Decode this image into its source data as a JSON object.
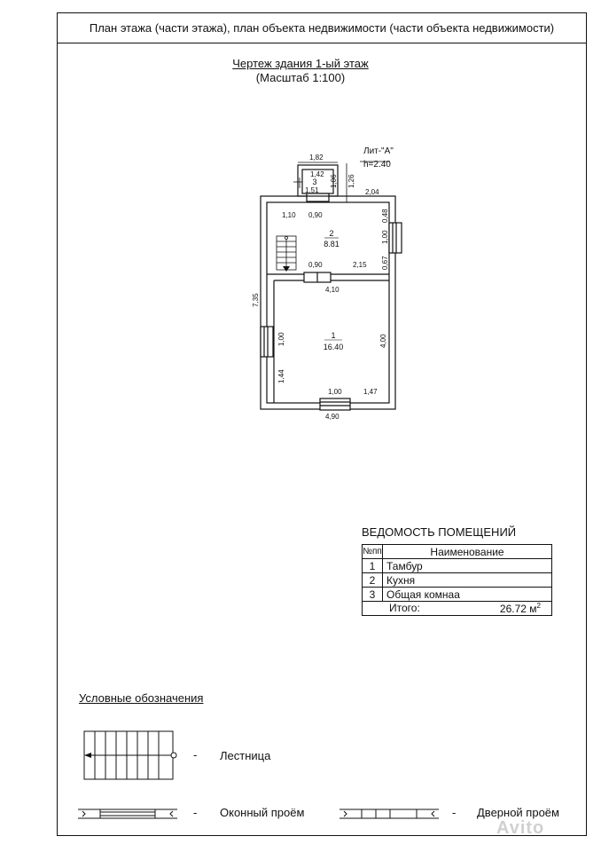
{
  "header": {
    "text": "План этажа (части этажа), план объекта недвижимости (части объекта недвижимости)"
  },
  "drawing": {
    "title": "Чертеж здания 1-ый этаж",
    "scale": "(Масштаб 1:100)"
  },
  "building": {
    "lit": "Лит-\"А\"",
    "height": "h=2.40"
  },
  "dimensions": {
    "d1_82": "1,82",
    "d1_42": "1,42",
    "d1_51": "1.51",
    "d1_06": "1,06",
    "d1_26": "1,26",
    "d2_04": "2,04",
    "d1_10": "1,10",
    "d0_90a": "0,90",
    "d0_48": "0,48",
    "d1_00a": "1,00",
    "d0_67": "0,67",
    "d0_90b": "0,90",
    "d2_15": "2,15",
    "d4_10": "4,10",
    "d7_35": "7,35",
    "d1_00b": "1,00",
    "d4_00": "4,00",
    "d1_44": "1,44",
    "d1_00c": "1,00",
    "d1_47": "1,47",
    "d4_90": "4,90"
  },
  "rooms_on_plan": [
    {
      "num": "3",
      "area": ""
    },
    {
      "num": "2",
      "area": "8.81"
    },
    {
      "num": "1",
      "area": "16.40"
    }
  ],
  "schedule": {
    "title": "ВЕДОМОСТЬ ПОМЕЩЕНИЙ",
    "col_num": "№пп",
    "col_name": "Наименование",
    "rows": [
      {
        "num": "1",
        "name": "Тамбур"
      },
      {
        "num": "2",
        "name": "Кухня"
      },
      {
        "num": "3",
        "name": "Общая комнаа"
      }
    ],
    "total_label": "Итого:",
    "total_value": "26.72 м",
    "total_unit_sup": "2"
  },
  "legend": {
    "title": "Условные обозначения",
    "stairs_dash": "-",
    "stairs_label": "Лестница",
    "window_dash": "-",
    "window_label": "Оконный проём",
    "door_dash": "-",
    "door_label": "Дверной проём"
  },
  "watermark": "Avito"
}
